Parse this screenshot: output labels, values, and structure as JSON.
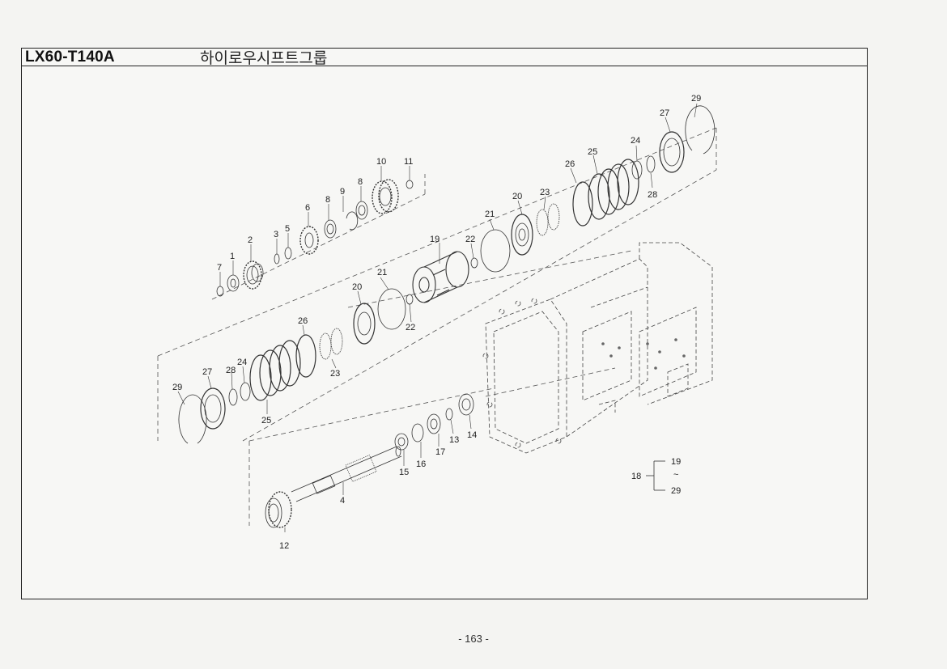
{
  "header": {
    "model_code": "LX60-T140A",
    "group_title": "하이로우시프트그룹"
  },
  "callouts": {
    "c1": "1",
    "c2": "2",
    "c3": "3",
    "c4": "4",
    "c5": "5",
    "c6": "6",
    "c7": "7",
    "c8a": "8",
    "c8b": "8",
    "c9": "9",
    "c10": "10",
    "c11": "11",
    "c12": "12",
    "c13": "13",
    "c14": "14",
    "c15": "15",
    "c16": "16",
    "c17": "17",
    "c19": "19",
    "c20a": "20",
    "c20b": "20",
    "c21a": "21",
    "c21b": "21",
    "c22a": "22",
    "c22b": "22",
    "c23a": "23",
    "c23b": "23",
    "c24a": "24",
    "c24b": "24",
    "c25a": "25",
    "c25b": "25",
    "c26a": "26",
    "c26b": "26",
    "c27a": "27",
    "c27b": "27",
    "c28a": "28",
    "c28b": "28",
    "c29a": "29",
    "c29b": "29"
  },
  "assembly_legend": {
    "parent": "18",
    "range_start": "19",
    "range_sep": "~",
    "range_end": "29"
  },
  "footer": {
    "page_number": "- 163 -"
  }
}
